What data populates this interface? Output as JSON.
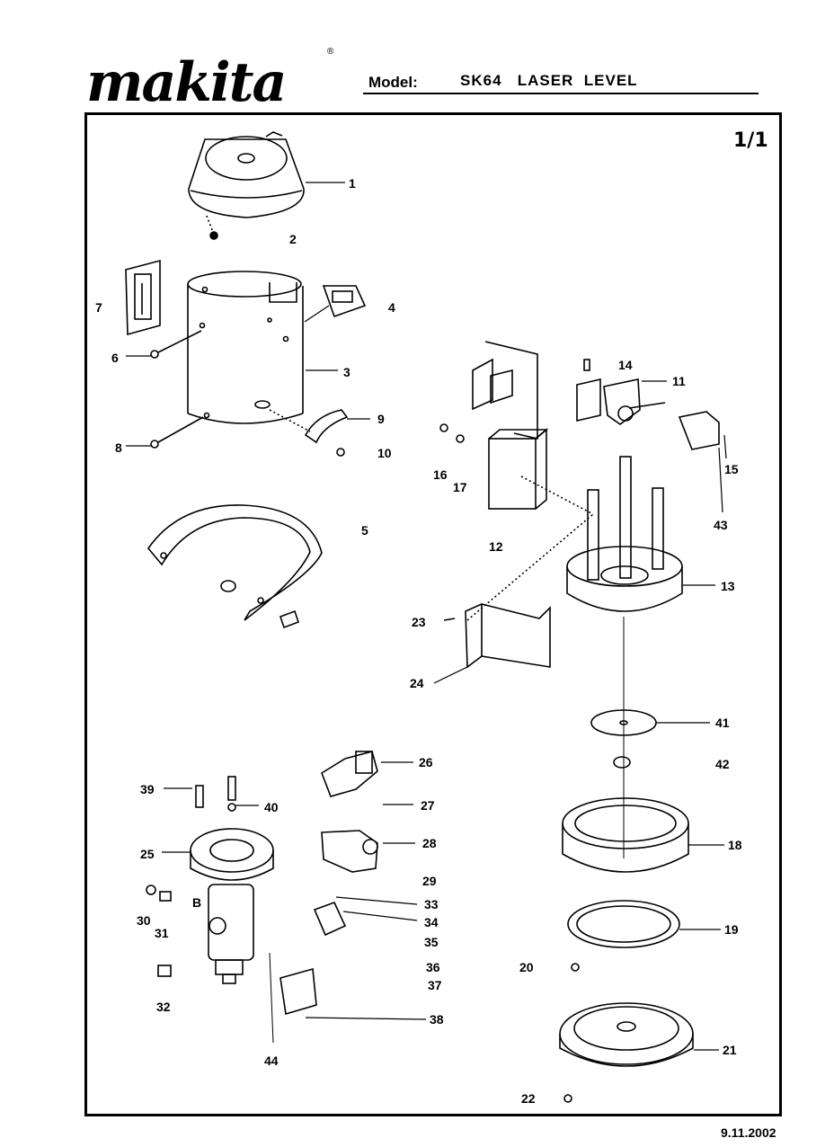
{
  "header": {
    "brand": "makita",
    "registered_mark": "®",
    "model_label": "Model:",
    "model_value": "SK64   LASER  LEVEL",
    "sheet": "1/1"
  },
  "footer": {
    "date": "9.11.2002"
  },
  "part_labels": {
    "p1": "1",
    "p2": "2",
    "p3": "3",
    "p4": "4",
    "p5": "5",
    "p6": "6",
    "p7": "7",
    "p8": "8",
    "p9": "9",
    "p10": "10",
    "p11": "11",
    "p12": "12",
    "p13": "13",
    "p14": "14",
    "p15": "15",
    "p16": "16",
    "p17": "17",
    "p18": "18",
    "p19": "19",
    "p20": "20",
    "p21": "21",
    "p22": "22",
    "p23": "23",
    "p24": "24",
    "p25": "25",
    "p26": "26",
    "p27": "27",
    "p28": "28",
    "p29": "29",
    "p30": "30",
    "p31": "31",
    "p32": "32",
    "p33": "33",
    "p34": "34",
    "p35": "35",
    "p36": "36",
    "p37": "37",
    "p38": "38",
    "p39": "39",
    "p40": "40",
    "p41": "41",
    "p42": "42",
    "p43": "43",
    "p44": "44",
    "pB": "B"
  }
}
